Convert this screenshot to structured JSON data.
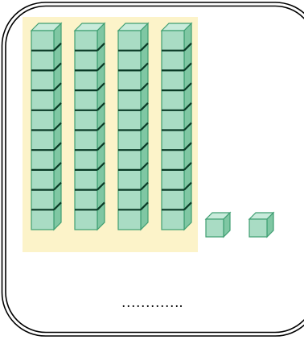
{
  "blocks": {
    "ten_rods": 4,
    "ones_cubes": 2,
    "cubes_per_rod": 10
  },
  "answer": {
    "blank_text": "…………."
  },
  "colors": {
    "card_border": "#000000",
    "tens_background": "#fcf3c9",
    "cube_front": "#a9dcc4",
    "cube_top": "#c8ebdb",
    "cube_side": "#7fc7a3",
    "cube_edge": "#3f9e72",
    "seam": "#0a3a26"
  }
}
